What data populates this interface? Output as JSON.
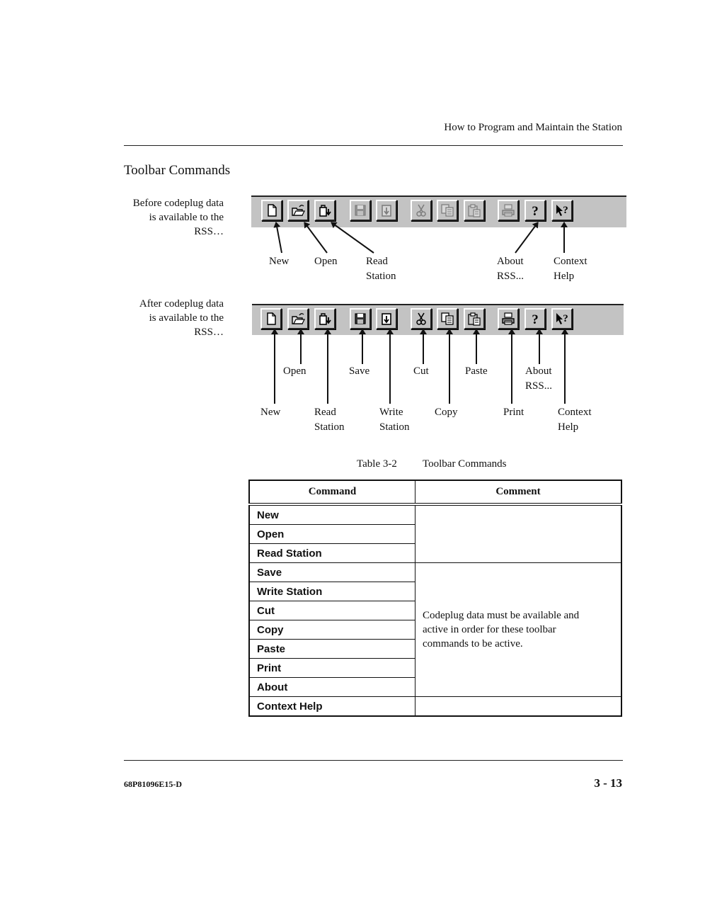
{
  "header": {
    "title": "How to Program and Maintain the Station"
  },
  "section": {
    "title": "Toolbar Commands"
  },
  "before": {
    "caption": [
      "Before codeplug data",
      "is available to the",
      "RSS…"
    ],
    "labels": {
      "new": [
        "New"
      ],
      "open": [
        "Open"
      ],
      "read": [
        "Read",
        "Station"
      ],
      "about": [
        "About",
        "RSS..."
      ],
      "help": [
        "Context",
        "Help"
      ]
    }
  },
  "after": {
    "caption": [
      "After codeplug data",
      "is available to the",
      "RSS…"
    ],
    "labels": {
      "open": [
        "Open"
      ],
      "save": [
        "Save"
      ],
      "cut": [
        "Cut"
      ],
      "paste": [
        "Paste"
      ],
      "about": [
        "About",
        "RSS..."
      ],
      "new": [
        "New"
      ],
      "read": [
        "Read",
        "Station"
      ],
      "write": [
        "Write",
        "Station"
      ],
      "copy": [
        "Copy"
      ],
      "print": [
        "Print"
      ],
      "help": [
        "Context",
        "Help"
      ]
    }
  },
  "toolbar_buttons": [
    {
      "icon": "new-document-icon"
    },
    {
      "icon": "open-folder-icon"
    },
    {
      "icon": "read-station-icon"
    },
    {
      "icon": "save-floppy-icon"
    },
    {
      "icon": "write-station-icon"
    },
    {
      "icon": "cut-scissors-icon"
    },
    {
      "icon": "copy-icon"
    },
    {
      "icon": "paste-clipboard-icon"
    },
    {
      "icon": "print-icon"
    },
    {
      "icon": "about-question-icon"
    },
    {
      "icon": "context-help-icon"
    }
  ],
  "table": {
    "caption_number": "Table 3-2",
    "caption_title": "Toolbar Commands",
    "headers": {
      "command": "Command",
      "comment": "Comment"
    },
    "rows": [
      "New",
      "Open",
      "Read Station",
      "Save",
      "Write Station",
      "Cut",
      "Copy",
      "Paste",
      "Print",
      "About",
      "Context Help"
    ],
    "comment_group2": [
      "Codeplug data must be available and",
      "active in order for these toolbar",
      "commands to be active."
    ]
  },
  "footer": {
    "doc_number": "68P81096E15-D",
    "page": "3 - 13"
  }
}
